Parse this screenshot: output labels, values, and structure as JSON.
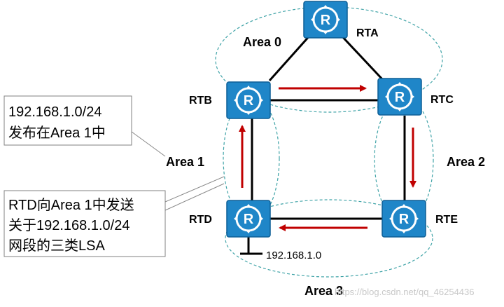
{
  "areas": [
    {
      "id": "area0",
      "label": "Area 0"
    },
    {
      "id": "area1",
      "label": "Area 1"
    },
    {
      "id": "area2",
      "label": "Area 2"
    },
    {
      "id": "area3",
      "label": "Area 3"
    }
  ],
  "routers": [
    {
      "id": "rta",
      "label": "RTA",
      "icon": "router-icon"
    },
    {
      "id": "rtb",
      "label": "RTB",
      "icon": "router-icon"
    },
    {
      "id": "rtc",
      "label": "RTC",
      "icon": "router-icon"
    },
    {
      "id": "rtd",
      "label": "RTD",
      "icon": "router-icon"
    },
    {
      "id": "rte",
      "label": "RTE",
      "icon": "router-icon"
    }
  ],
  "network_label": "192.168.1.0",
  "callouts": {
    "top": [
      "192.168.1.0/24",
      "发布在Area 1中"
    ],
    "bottom": [
      "RTD向Area 1中发送",
      "关于192.168.1.0/24",
      "网段的三类LSA"
    ]
  },
  "watermark": "https://blog.csdn.net/qq_46254436",
  "colors": {
    "router_fill": "#1f86c8",
    "router_border": "#0d5f96",
    "link": "#000000",
    "arrow": "#c00000",
    "area_outline": "#3fa3a7"
  }
}
